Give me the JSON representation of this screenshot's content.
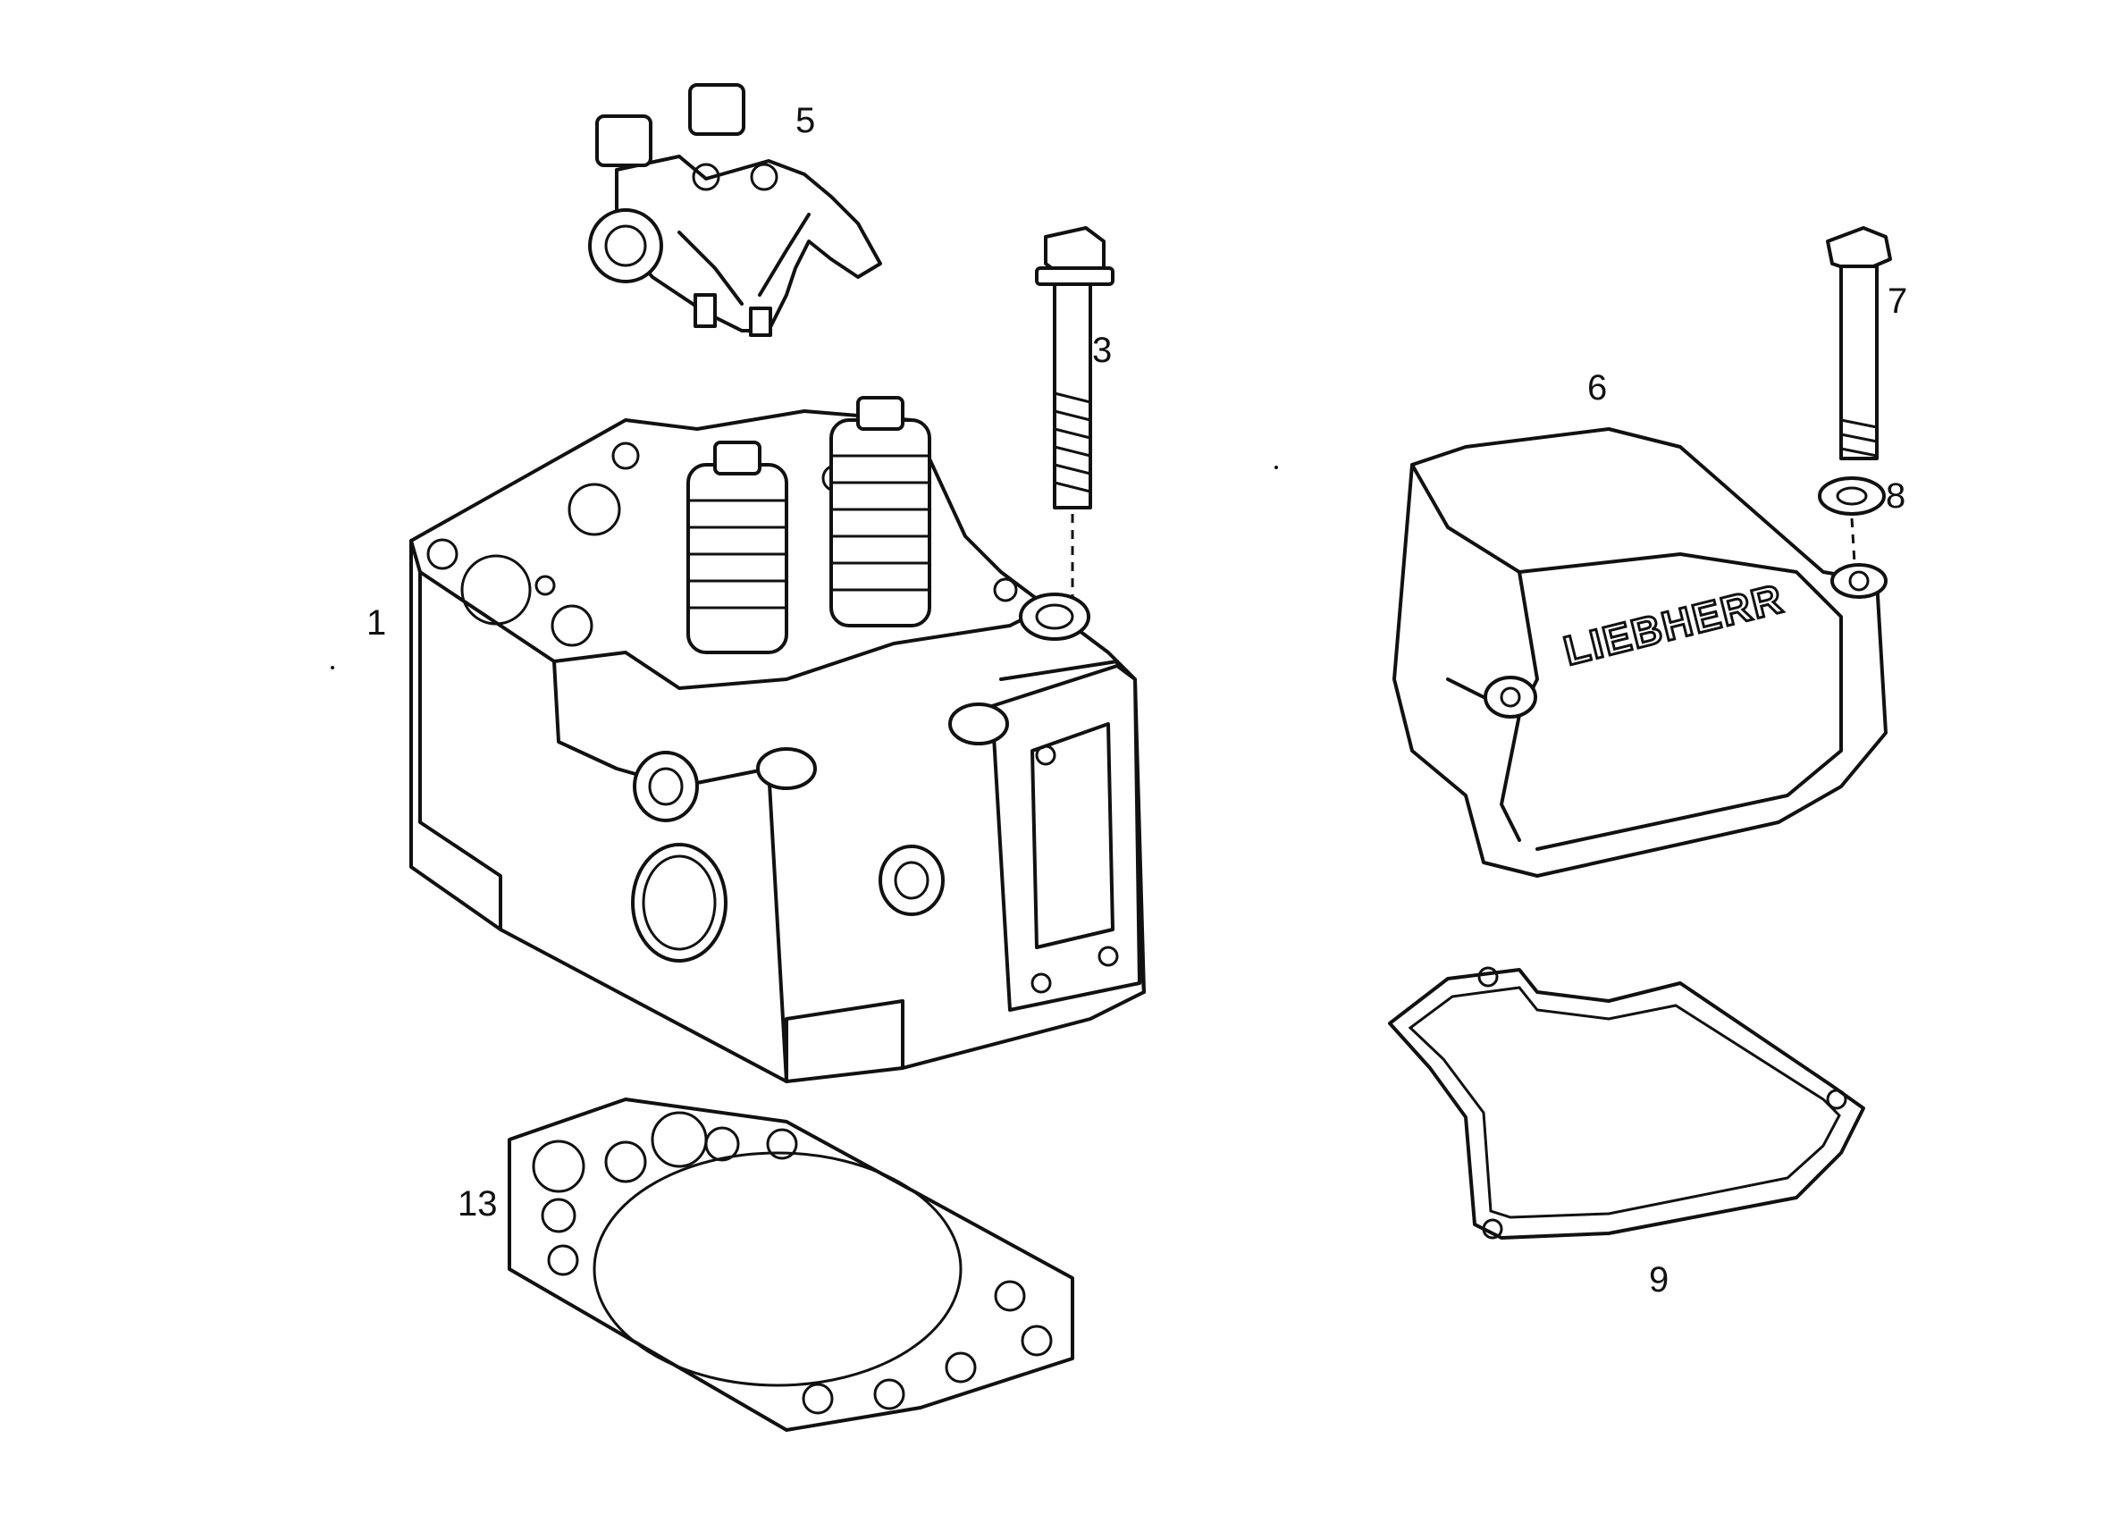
{
  "callouts": {
    "c1": "1",
    "c3": "3",
    "c5": "5",
    "c6": "6",
    "c7": "7",
    "c8": "8",
    "c9": "9",
    "c13": "13"
  },
  "brand_text": "LIEBHERR"
}
